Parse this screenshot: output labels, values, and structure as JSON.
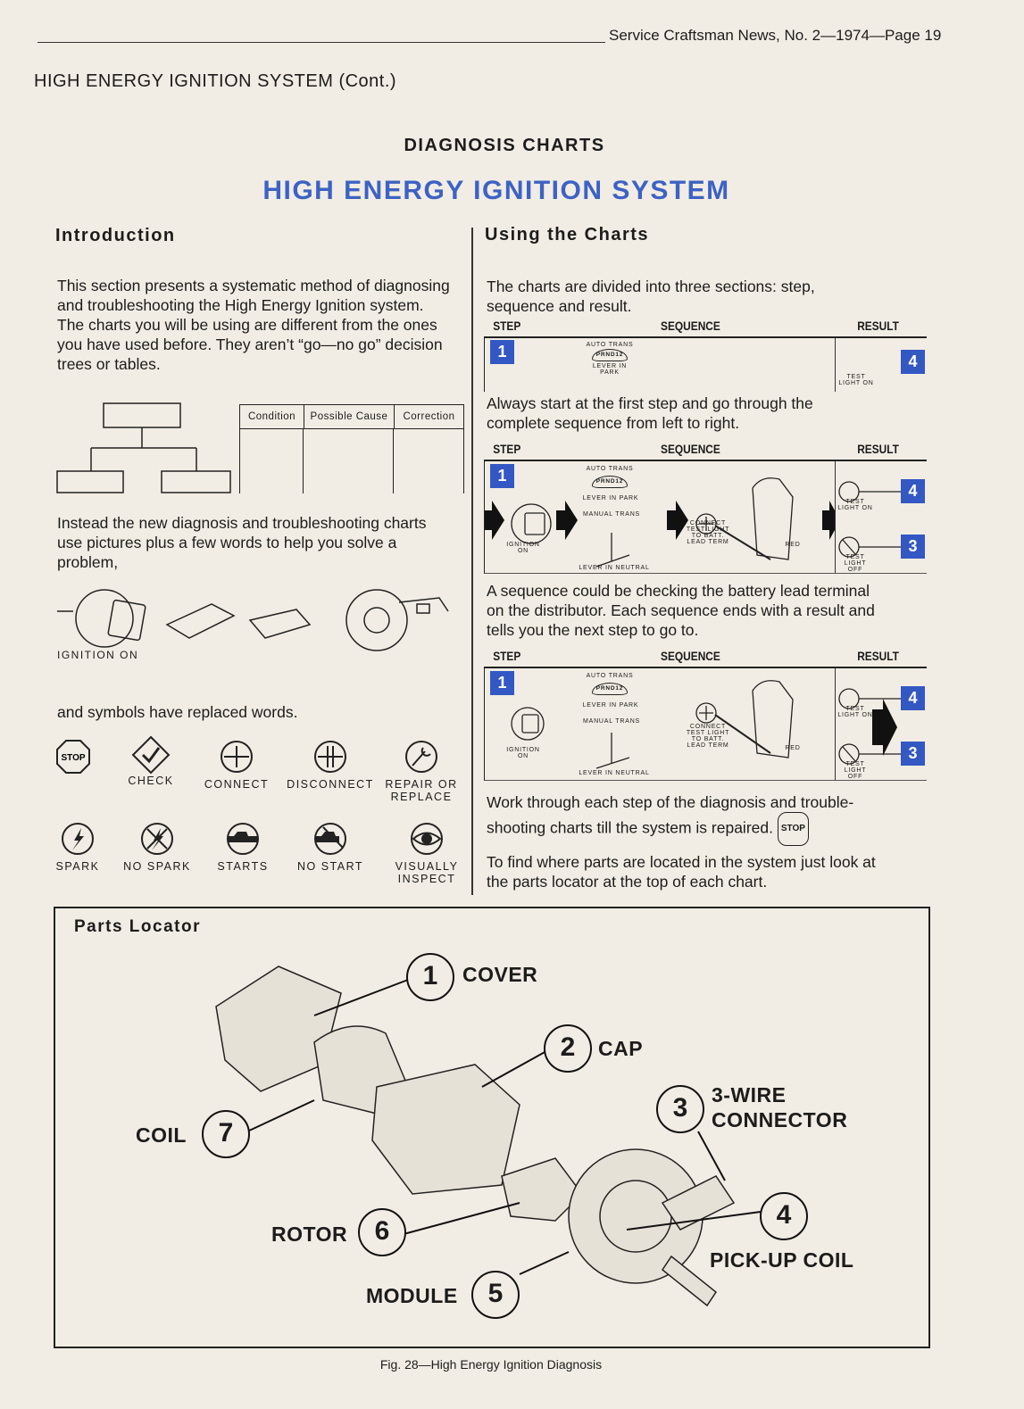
{
  "header": {
    "running_head": "Service Craftsman News, No. 2—1974—Page 19",
    "section": "HIGH ENERGY IGNITION SYSTEM (Cont.)"
  },
  "diagnosis_charts": "DIAGNOSIS CHARTS",
  "title": "HIGH ENERGY IGNITION SYSTEM",
  "intro": {
    "heading": "Introduction",
    "p1": "This section presents a systematic method of diagnosing and troubleshooting the High Energy Ignition system. The charts you will be using are different from the ones you have used before. They aren’t “go—no go” decision trees or tables.",
    "table_headers": [
      "Condition",
      "Possible Cause",
      "Correction"
    ],
    "p2": "Instead the new diagnosis and troubleshooting charts use pictures plus a few words to help you solve a problem,",
    "ignition_label": "IGNITION ON",
    "p3": "and symbols have replaced words.",
    "symbols_row1": [
      {
        "icon": "stop-icon",
        "label": "",
        "text": "STOP"
      },
      {
        "icon": "check-icon",
        "label": "CHECK"
      },
      {
        "icon": "connect-icon",
        "label": "CONNECT"
      },
      {
        "icon": "disconnect-icon",
        "label": "DISCONNECT"
      },
      {
        "icon": "wrench-icon",
        "label": "REPAIR OR REPLACE"
      }
    ],
    "symbols_row2": [
      {
        "icon": "spark-icon",
        "label": "SPARK"
      },
      {
        "icon": "no-spark-icon",
        "label": "NO SPARK"
      },
      {
        "icon": "starts-icon",
        "label": "STARTS"
      },
      {
        "icon": "no-start-icon",
        "label": "NO START"
      },
      {
        "icon": "eye-icon",
        "label": "VISUALLY INSPECT"
      }
    ]
  },
  "using": {
    "heading": "Using the Charts",
    "p1": "The charts are divided into three sections: step, sequence and result.",
    "p2": "Always start at the first step and go through the complete sequence from left to right.",
    "p3": "A sequence could be checking the battery lead terminal on the distributor. Each sequence ends with a result and tells you the next step to go to.",
    "p4": "Work through each step of the diagnosis and trouble-shooting charts till the system is repaired.",
    "stop": "STOP",
    "p5": "To find where parts are located in the system just look at the parts locator at the top of each chart.",
    "chart_heads": {
      "step": "STEP",
      "sequence": "SEQUENCE",
      "result": "RESULT"
    },
    "chart_text": {
      "step_num": "1",
      "auto_trans": "AUTO TRANS",
      "prnd": "PRND12",
      "lever_park": "LEVER IN PARK",
      "manual_trans": "MANUAL TRANS",
      "lever_neutral": "LEVER IN NEUTRAL",
      "ignition_on": "IGNITION ON",
      "connect": "CONNECT TEST LIGHT TO BATT. LEAD TERM",
      "red": "RED",
      "light_on": "TEST LIGHT ON",
      "light_off": "TEST LIGHT OFF",
      "next_on": "4",
      "next_off": "3"
    }
  },
  "parts_locator": {
    "heading": "Parts Locator",
    "parts": [
      {
        "n": "1",
        "name": "COVER"
      },
      {
        "n": "2",
        "name": "CAP"
      },
      {
        "n": "3",
        "name": "3-WIRE CONNECTOR"
      },
      {
        "n": "4",
        "name": "PICK-UP COIL"
      },
      {
        "n": "5",
        "name": "MODULE"
      },
      {
        "n": "6",
        "name": "ROTOR"
      },
      {
        "n": "7",
        "name": "COIL"
      }
    ]
  },
  "caption": "Fig. 28—High Energy Ignition Diagnosis",
  "colors": {
    "accent_blue": "#3d62c4",
    "step_blue": "#3358c4",
    "paper": "#f1ede4"
  }
}
